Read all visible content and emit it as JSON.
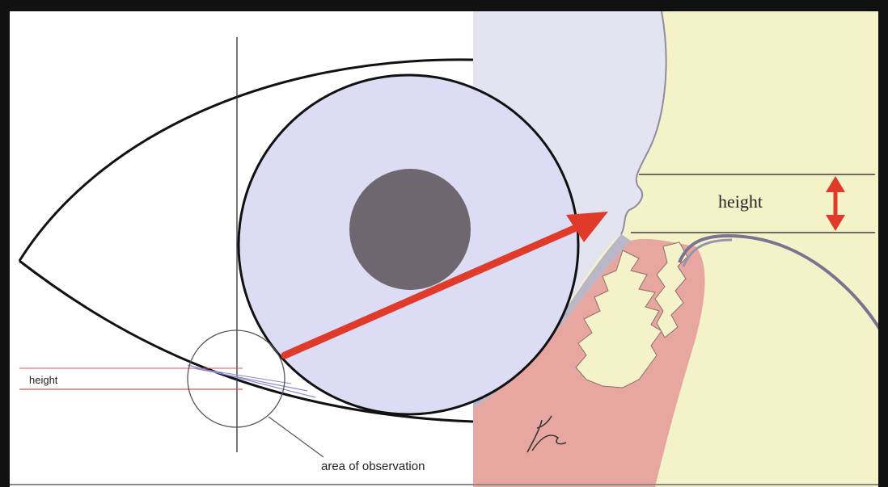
{
  "labels": {
    "left_height": "height",
    "area_of_observation": "area of observation",
    "right_height": "height"
  },
  "colors": {
    "frame": "#111111",
    "iris": "#dcdcf5",
    "pupil": "#6e6770",
    "tissue": "#f3f2c8",
    "cornea": "#e4e4f0",
    "gland": "#e8a6a0",
    "arrow": "#e03a2a",
    "guide_line": "#e05050"
  }
}
